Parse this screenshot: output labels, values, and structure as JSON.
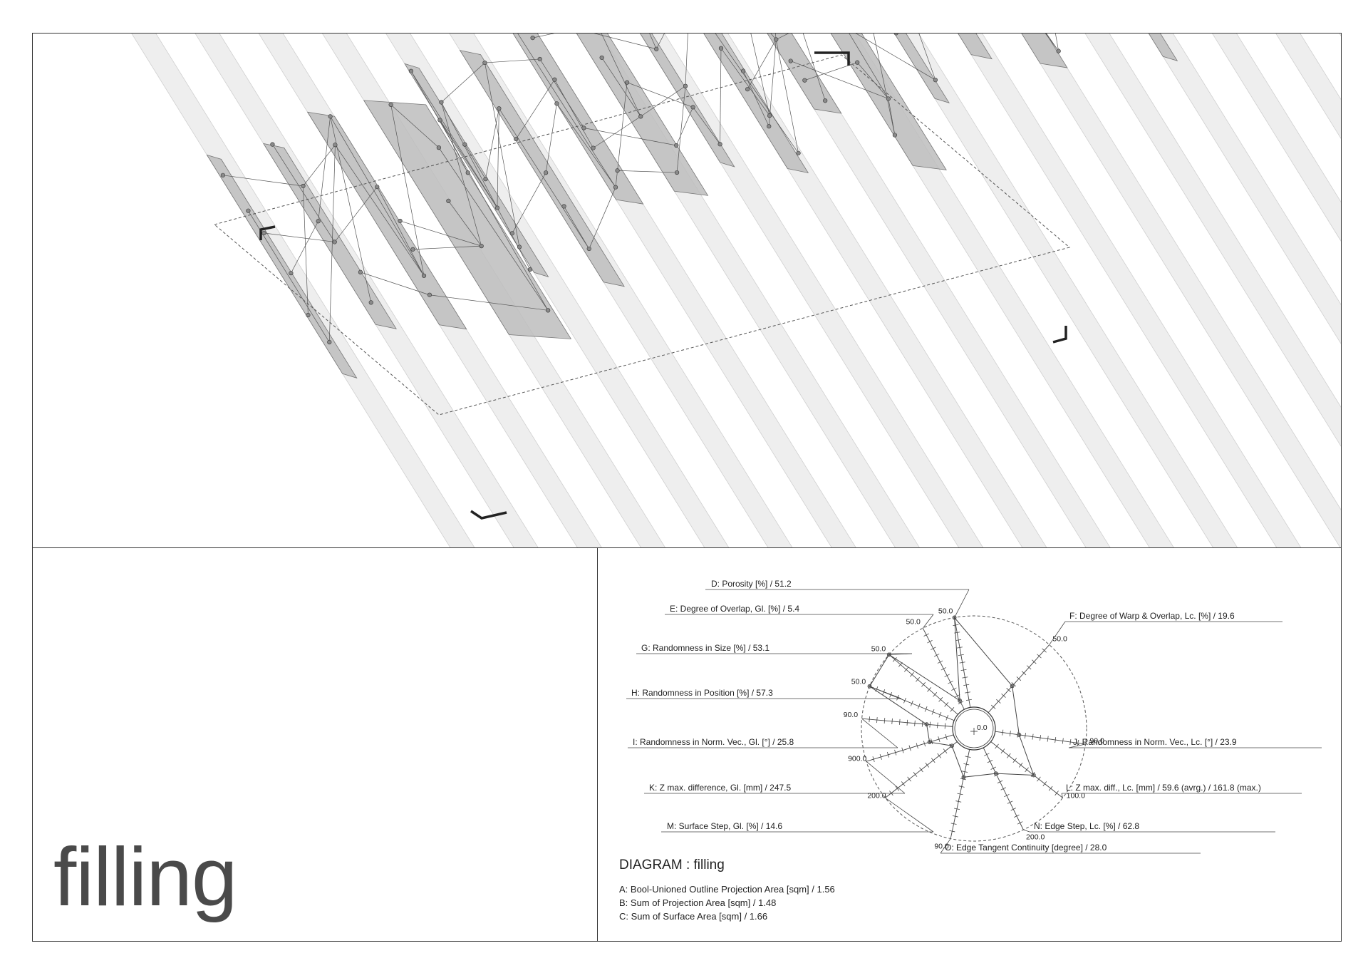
{
  "title": "filling",
  "diagram": {
    "heading": "DIAGRAM : filling",
    "summary": [
      "A: Bool-Unioned Outline Projection Area [sqm] / 1.56",
      "B: Sum of Projection Area [sqm] / 1.48",
      "C: Sum of Surface Area [sqm] / 1.66"
    ],
    "center_label": "0.0",
    "axes": [
      {
        "key": "D",
        "label": "D: Porosity [%] / 51.2",
        "max_label": "50.0",
        "value": 51.2,
        "max": 50
      },
      {
        "key": "E",
        "label": "E: Degree of Overlap, Gl. [%] / 5.4",
        "max_label": "50.0",
        "value": 5.4,
        "max": 50
      },
      {
        "key": "G",
        "label": "G: Randomness in Size [%] / 53.1",
        "max_label": "50.0",
        "value": 53.1,
        "max": 50
      },
      {
        "key": "H",
        "label": "H: Randomness in Position [%] / 57.3",
        "max_label": "50.0",
        "value": 57.3,
        "max": 50
      },
      {
        "key": "I",
        "label": "I: Randomness in Norm. Vec., Gl. [°] / 25.8",
        "max_label": "90.0",
        "value": 25.8,
        "max": 90
      },
      {
        "key": "K",
        "label": "K: Z max. difference, Gl. [mm] / 247.5",
        "max_label": "900.0",
        "value": 247.5,
        "max": 900
      },
      {
        "key": "M",
        "label": "M: Surface Step, Gl. [%] / 14.6",
        "max_label": "200.0",
        "value": 14.6,
        "max": 200
      },
      {
        "key": "O",
        "label": "O: Edge Tangent Continuity [degree] / 28.0",
        "max_label": "90.0",
        "value": 28.0,
        "max": 90
      },
      {
        "key": "N",
        "label": "N: Edge Step, Lc. [%] / 62.8",
        "max_label": "200.0",
        "value": 62.8,
        "max": 200
      },
      {
        "key": "L",
        "label": "L: Z max. diff., Lc. [mm] / 59.6 (avrg.) / 161.8 (max.)",
        "max_label": "100.0",
        "value": 59.6,
        "max": 100
      },
      {
        "key": "J",
        "label": "J: Randomness in Norm. Vec., Lc. [°] / 23.9",
        "max_label": "90.0",
        "value": 23.9,
        "max": 90
      },
      {
        "key": "F",
        "label": "F: Degree of Warp & Overlap, Lc. [%] / 19.6",
        "max_label": "50.0",
        "value": 19.6,
        "max": 50
      }
    ]
  },
  "colors": {
    "stroke": "#444444",
    "panel_fill": "#bdbdbd",
    "strip_fill": "#eeeeee",
    "node_fill": "#8a8a8a"
  }
}
